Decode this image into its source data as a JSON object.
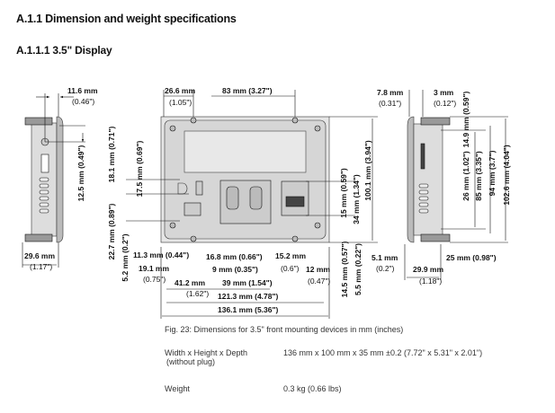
{
  "headings": {
    "section": "A.1.1 Dimension and weight specifications",
    "subsection": "A.1.1.1 3.5\" Display"
  },
  "dimensions": {
    "left_view": {
      "d11_6": "11.6 mm",
      "d11_6_in": "(0.46\")",
      "d12_5": "12.5 mm (0.49\")",
      "d29_6": "29.6 mm",
      "d29_6_in": "(1.17\")"
    },
    "front_view": {
      "d18_1": "18.1 mm (0.71\")",
      "d17_5": "17.5 mm (0.69\")",
      "d22_7": "22.7 mm (0.89\")",
      "d5_2": "5.2 mm (0.2\")",
      "d26_6": "26.6 mm",
      "d26_6_in": "(1.05\")",
      "d83": "83 mm (3.27\")",
      "d11_3": "11.3 mm (0.44\")",
      "d19_1": "19.1 mm",
      "d19_1_in": "(0.75\")",
      "d16_8": "16.8 mm (0.66\")",
      "d9": "9 mm (0.35\")",
      "d41_2": "41.2 mm",
      "d41_2_in": "(1.62\")",
      "d39": "39 mm (1.54\")",
      "d121_3": "121.3 mm (4.78\")",
      "d136_1": "136.1 mm (5.36\")",
      "d15_2": "15.2 mm",
      "d15_2_in": "(0.6\")",
      "d12": "12 mm",
      "d12_in": "(0.47\")",
      "d15": "15 mm (0.59\")",
      "d34": "34 mm (1.34\")",
      "d100_1": "100.1 mm (3.94\")",
      "d14_5": "14.5 mm (0.57\")",
      "d5_5": "5.5 mm (0.22\")"
    },
    "right_view": {
      "d7_8": "7.8 mm",
      "d7_8_in": "(0.31\")",
      "d3": "3 mm",
      "d3_in": "(0.12\")",
      "d14_9": "14.9 mm (0.59\")",
      "d26": "26 mm (1.02\")",
      "d85": "85 mm (3.35\")",
      "d94": "94 mm (3.7\")",
      "d102_6": "102.6 mm (4.04\")",
      "d5_1": "5.1 mm",
      "d5_1_in": "(0.2\")",
      "d25": "25 mm (0.98\")",
      "d29_9": "29.9 mm",
      "d29_9_in": "(1.18\")"
    }
  },
  "caption": "Fig. 23: Dimensions for 3.5\" front mounting devices in mm (inches)",
  "specs": [
    {
      "label": "Width x Height x Depth",
      "sublabel": "(without plug)",
      "value": "136 mm x 100 mm x 35 mm ±0.2 (7.72\" x 5.31\" x 2.01\")"
    },
    {
      "label": "Weight",
      "value": "0.3 kg (0.66 lbs)"
    }
  ]
}
